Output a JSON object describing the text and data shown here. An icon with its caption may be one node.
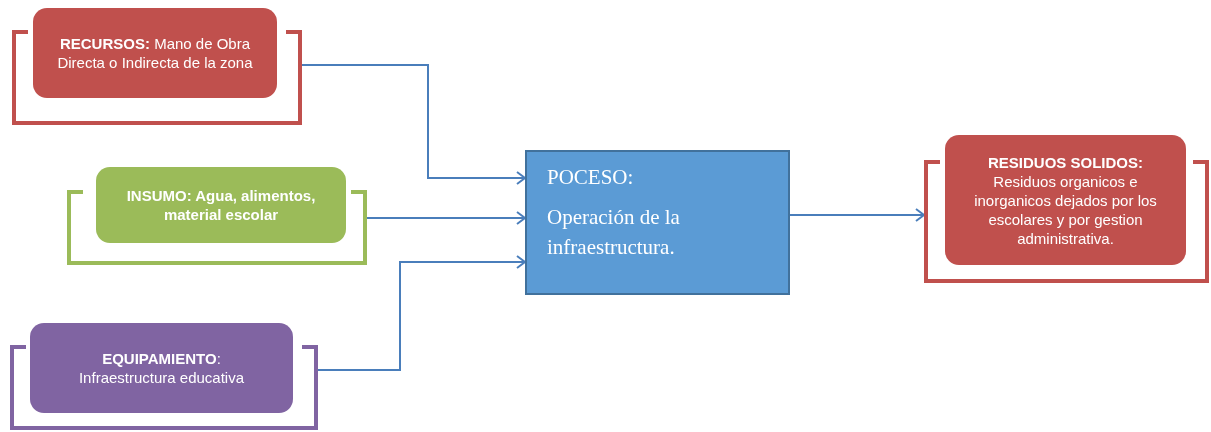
{
  "diagram": {
    "nodes": [
      {
        "text": [
          "**RECURSOS:** Mano de Obra Directa o Indirecta de la zona"
        ]
      },
      {
        "text": [
          "INSUMO: Agua, alimentos, material escolar"
        ]
      },
      {
        "text": [
          "**EQUIPAMIENTO**:",
          "Infraestructura educativa"
        ]
      },
      {
        "text": [
          "POCESO:",
          "Operación de la infraestructura."
        ]
      },
      {
        "text": [
          "RESIDUOS SOLIDOS:",
          "Residuos organicos e inorganicos dejados por los escolares y por gestion administrativa."
        ]
      }
    ],
    "edges": [
      {
        "from": 0,
        "to": 3,
        "arrow": "to"
      },
      {
        "from": 1,
        "to": 3,
        "arrow": "to"
      },
      {
        "from": 2,
        "to": 3,
        "arrow": "to"
      },
      {
        "from": 3,
        "to": 4,
        "arrow": "to"
      }
    ]
  }
}
